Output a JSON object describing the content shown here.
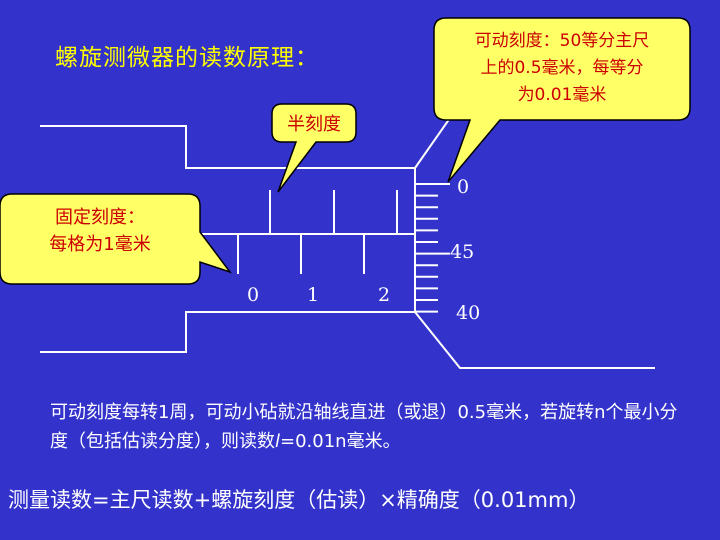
{
  "title": "螺旋测微器的读数原理：",
  "callouts": {
    "movable_lines": [
      "可动刻度：50等分主尺",
      "上的0.5毫米，每等分",
      "为0.01毫米"
    ],
    "half_scale": "半刻度",
    "fixed_lines": [
      "固定刻度：",
      "每格为1毫米"
    ]
  },
  "main_scale_numbers": [
    "0",
    "1",
    "2"
  ],
  "thimble_numbers": [
    "0",
    "45",
    "40"
  ],
  "description": {
    "part1": "可动刻度每转1周，可动小砧就沿轴线直进（或退）0.5毫米，若旋转n个最小分度（包括估读分度），则读数",
    "variable": "l",
    "part2": "=0.01n毫米。"
  },
  "formula": "测量读数=主尺读数+螺旋刻度（估读）×精确度（0.01mm）",
  "colors": {
    "background": "#3333cc",
    "title": "#ffff00",
    "callout_fill": "#ffff66",
    "callout_text": "#cc0000",
    "lines": "#ffffff"
  }
}
